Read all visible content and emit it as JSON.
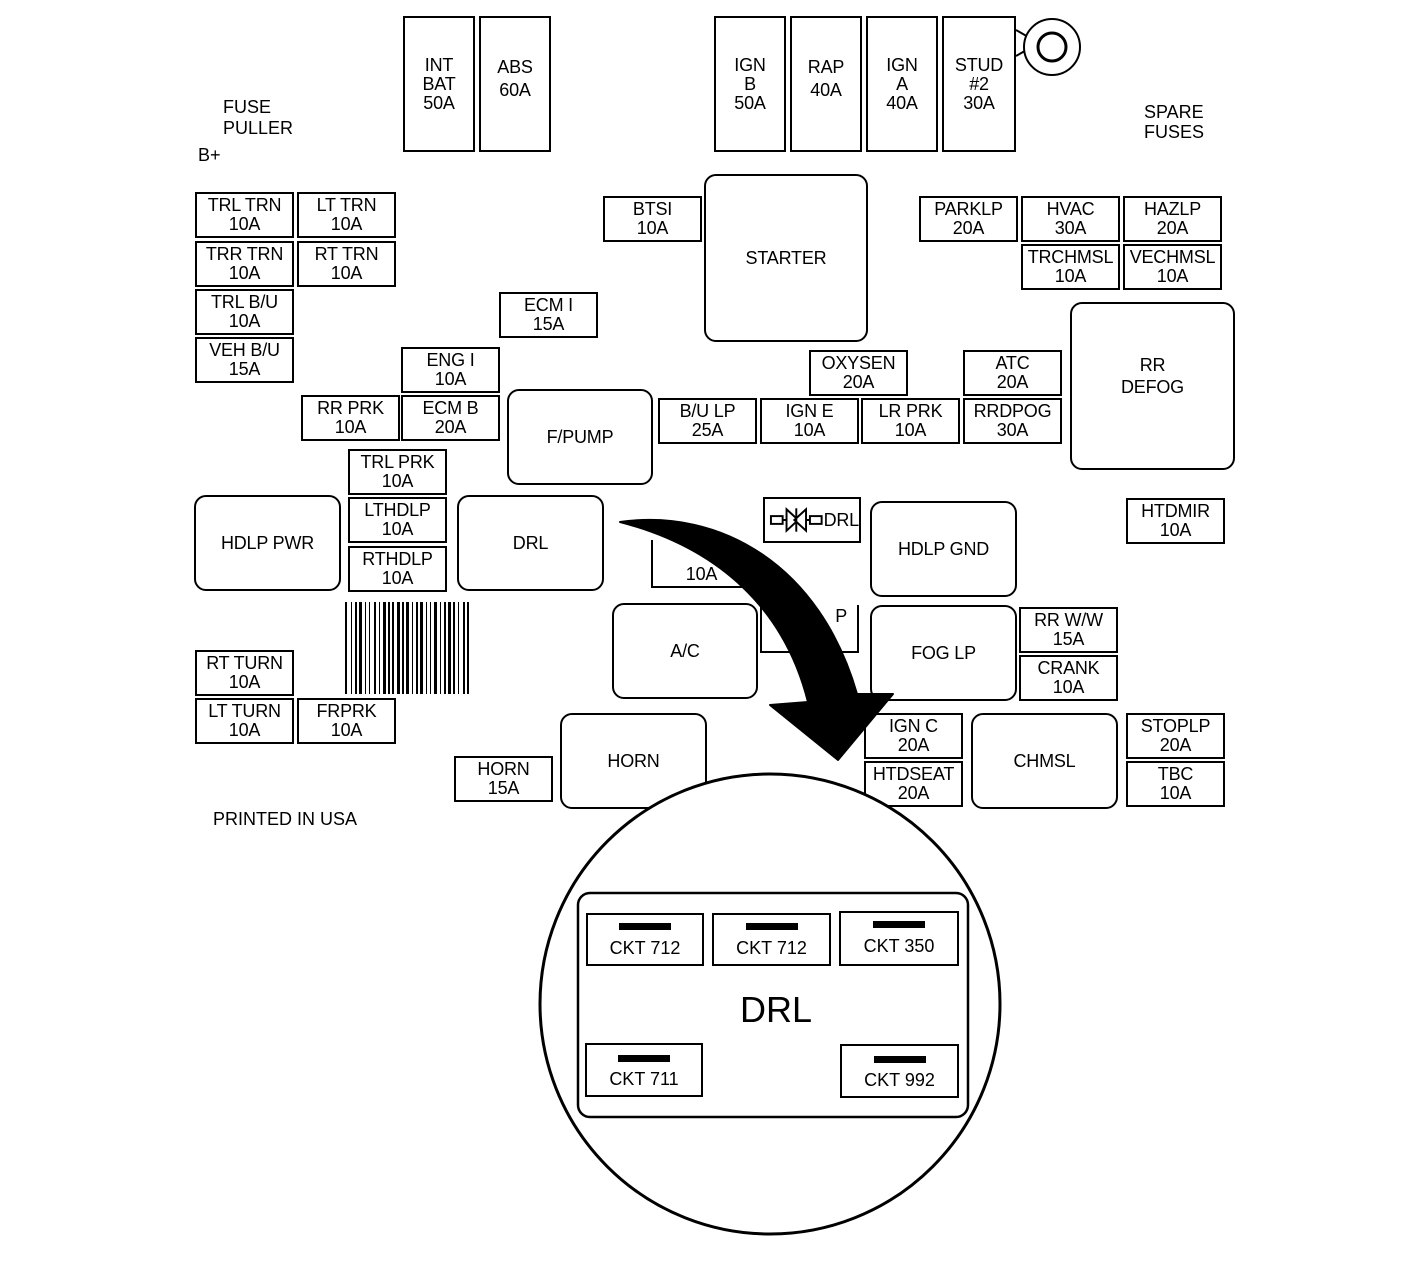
{
  "labels": {
    "fuse_puller_1": "FUSE",
    "fuse_puller_2": "PULLER",
    "b_plus": "B+",
    "spare_1": "SPARE",
    "spare_2": "FUSES",
    "printed": "PRINTED IN USA"
  },
  "maxi_fuses": {
    "int_bat": [
      "INT",
      "BAT",
      "50A"
    ],
    "abs": [
      "ABS",
      "",
      "60A"
    ],
    "ign_b": [
      "IGN",
      "B",
      "50A"
    ],
    "rap": [
      "RAP",
      "",
      "40A"
    ],
    "ign_a": [
      "IGN",
      "A",
      "40A"
    ],
    "stud2": [
      "STUD",
      "#2",
      "30A"
    ]
  },
  "fuses": {
    "trl_trn": [
      "TRL TRN",
      "10A"
    ],
    "lt_trn": [
      "LT TRN",
      "10A"
    ],
    "trr_trn": [
      "TRR TRN",
      "10A"
    ],
    "rt_trn": [
      "RT TRN",
      "10A"
    ],
    "trl_bu": [
      "TRL B/U",
      "10A"
    ],
    "veh_bu": [
      "VEH B/U",
      "15A"
    ],
    "btsi": [
      "BTSI",
      "10A"
    ],
    "ecm_i": [
      "ECM I",
      "15A"
    ],
    "eng_i": [
      "ENG I",
      "10A"
    ],
    "rr_prk": [
      "RR PRK",
      "10A"
    ],
    "ecm_b": [
      "ECM B",
      "20A"
    ],
    "trl_prk": [
      "TRL PRK",
      "10A"
    ],
    "lthdlp": [
      "LTHDLP",
      "10A"
    ],
    "rthdlp": [
      "RTHDLP",
      "10A"
    ],
    "bu_lp": [
      "B/U LP",
      "25A"
    ],
    "ign_e": [
      "IGN E",
      "10A"
    ],
    "lr_prk": [
      "LR PRK",
      "10A"
    ],
    "rrdpog": [
      "RRDPOG",
      "30A"
    ],
    "oxysen": [
      "OXYSEN",
      "20A"
    ],
    "atc": [
      "ATC",
      "20A"
    ],
    "parklp": [
      "PARKLP",
      "20A"
    ],
    "hvac": [
      "HVAC",
      "30A"
    ],
    "hazlp": [
      "HAZLP",
      "20A"
    ],
    "trchmsl": [
      "TRCHMSL",
      "10A"
    ],
    "vechmsl": [
      "VECHMSL",
      "10A"
    ],
    "htdmir": [
      "HTDMIR",
      "10A"
    ],
    "rt_turn": [
      "RT TURN",
      "10A"
    ],
    "lt_turn": [
      "LT TURN",
      "10A"
    ],
    "frprk": [
      "FRPRK",
      "10A"
    ],
    "horn_f": [
      "HORN",
      "15A"
    ],
    "ign_c": [
      "IGN C",
      "20A"
    ],
    "htdseat": [
      "HTDSEAT",
      "20A"
    ],
    "rr_ww": [
      "RR W/W",
      "15A"
    ],
    "crank": [
      "CRANK",
      "10A"
    ],
    "stoplp": [
      "STOPLP",
      "20A"
    ],
    "tbc": [
      "TBC",
      "10A"
    ],
    "hidden_1": "10A",
    "hidden_2": "P"
  },
  "relays": {
    "starter": "STARTER",
    "fpump": "F/PUMP",
    "rr_defog_1": "RR",
    "rr_defog_2": "DEFOG",
    "hdlp_pwr": "HDLP PWR",
    "drl": "DRL",
    "hdlp_gnd": "HDLP GND",
    "ac": "A/C",
    "fog_lp": "FOG LP",
    "horn": "HORN",
    "chmsl": "CHMSL",
    "drl_diode": "DRL"
  },
  "detail": {
    "title": "DRL",
    "terminals": [
      "CKT 712",
      "CKT 712",
      "CKT 350",
      "CKT 711",
      "CKT 992"
    ]
  }
}
